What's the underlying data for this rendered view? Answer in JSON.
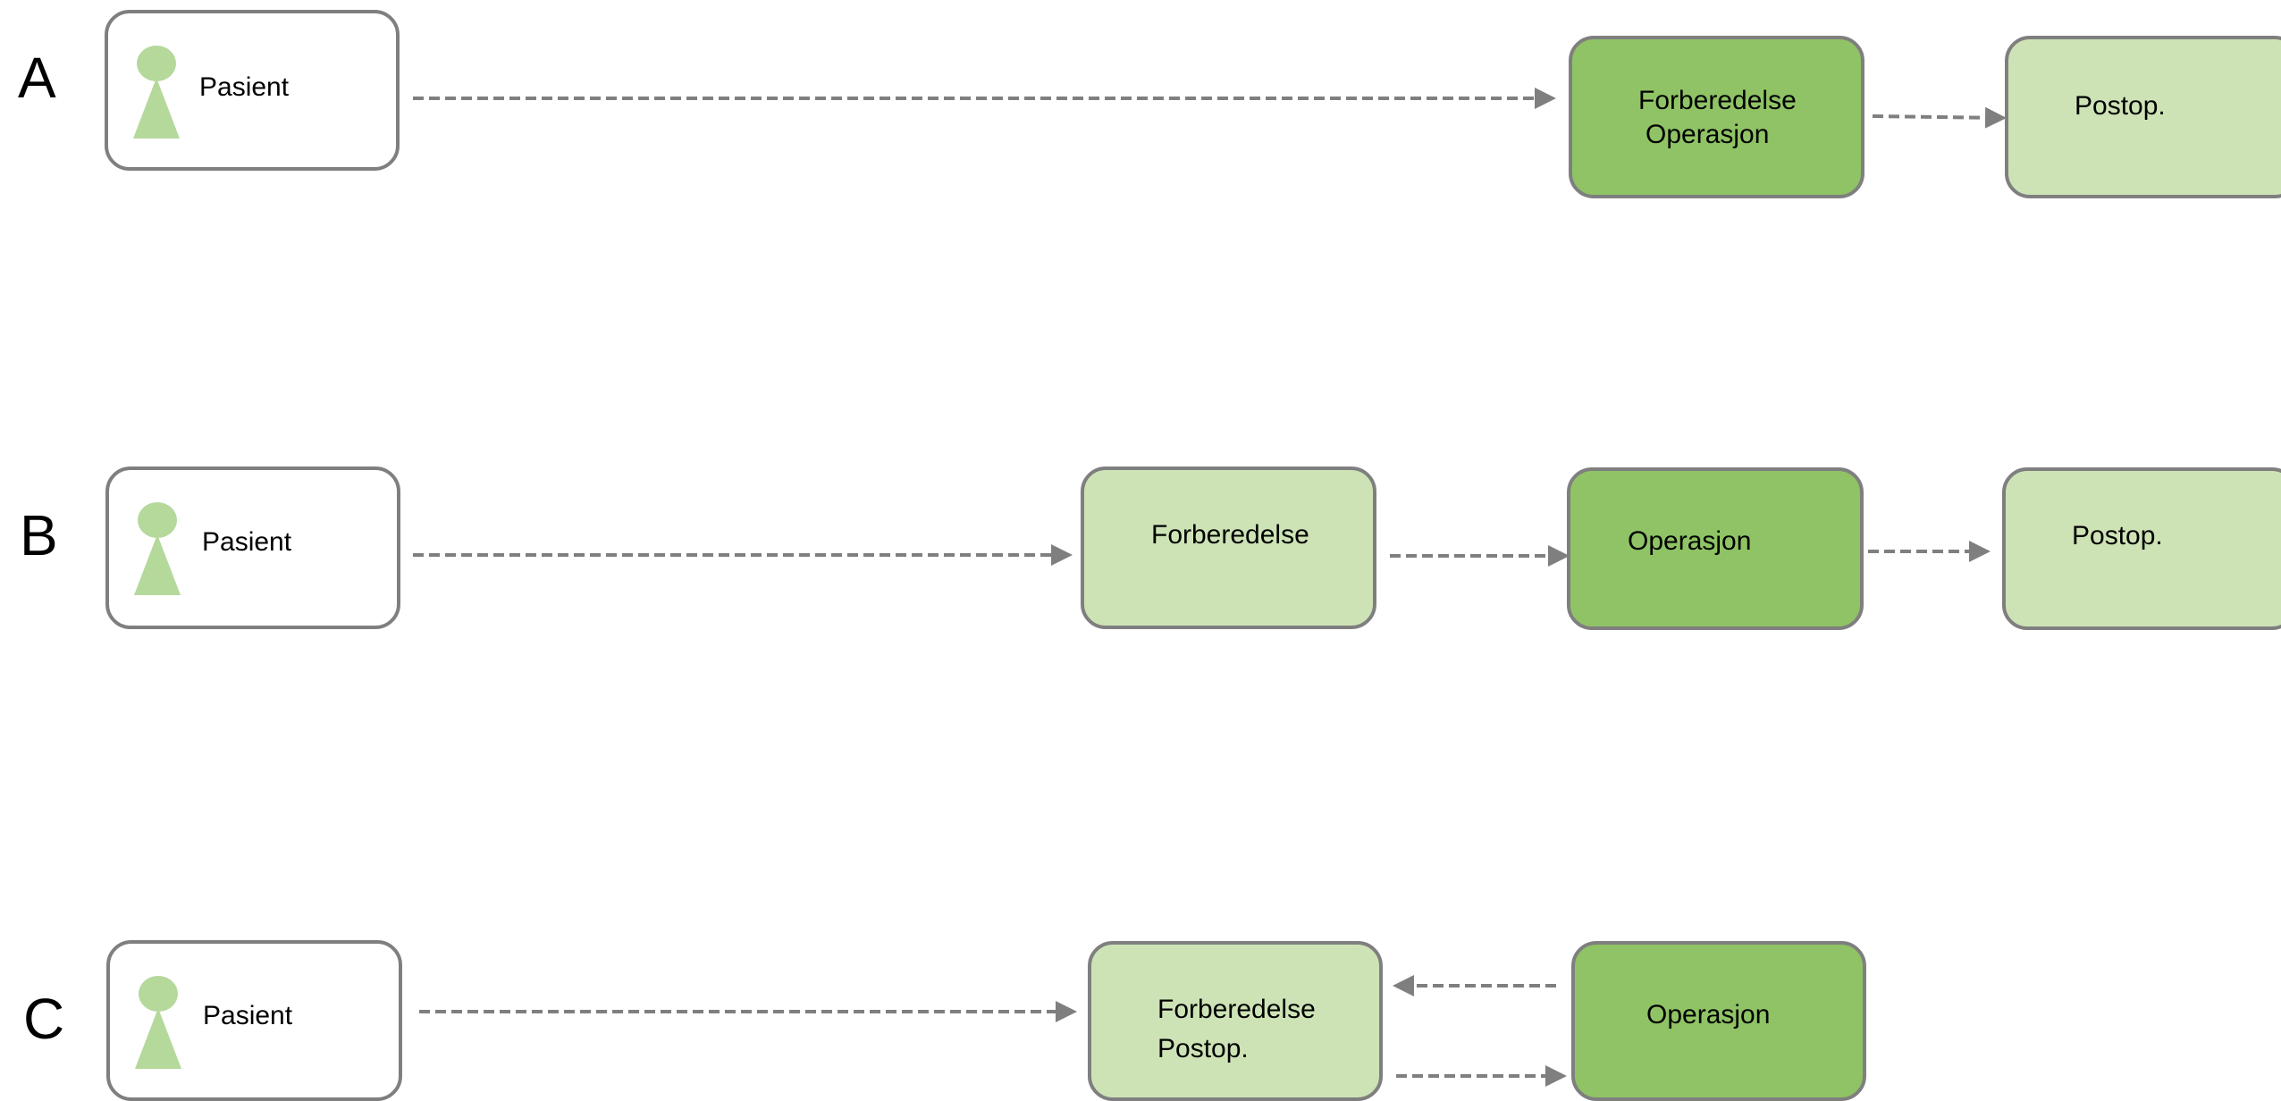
{
  "colors": {
    "border": "#7f7f7f",
    "light_green": "#cde3b6",
    "dark_green": "#8fc365",
    "person_icon": "#b5d89b",
    "arrow": "#7f7f7f"
  },
  "rows": {
    "a": {
      "label": "A",
      "patient": "Pasient",
      "box2_line1": "Forberedelse",
      "box2_line2": "Operasjon",
      "box3": "Postop."
    },
    "b": {
      "label": "B",
      "patient": "Pasient",
      "box2": "Forberedelse",
      "box3": "Operasjon",
      "box4": "Postop."
    },
    "c": {
      "label": "C",
      "patient": "Pasient",
      "box2_line1": "Forberedelse",
      "box2_line2": "Postop.",
      "box3": "Operasjon"
    }
  }
}
